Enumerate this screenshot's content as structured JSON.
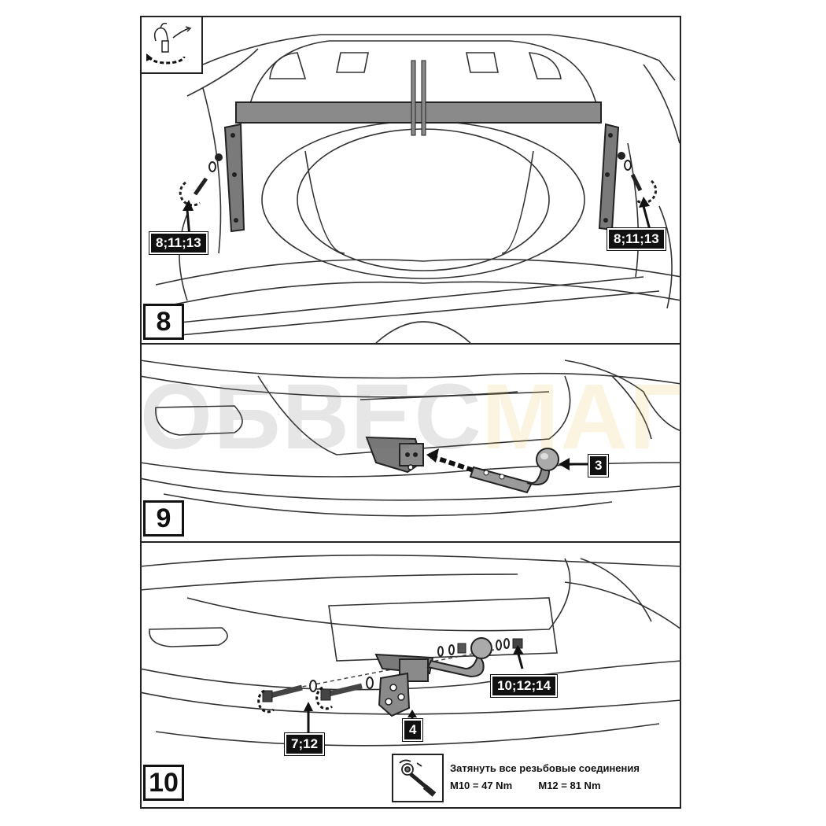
{
  "steps": {
    "step8": {
      "number": "8",
      "callout_left": "8;11;13",
      "callout_right": "8;11;13"
    },
    "step9": {
      "number": "9",
      "callout_part": "3"
    },
    "step10": {
      "number": "10",
      "callout_nut": "10;12;14",
      "callout_bolt": "7;12",
      "callout_plate": "4"
    }
  },
  "watermark": {
    "part1": "ОБВЕС",
    "part2": "МАГ"
  },
  "torque_note": {
    "line1": "Затянуть все резьбовые соединения",
    "m10": "M10 = 47 Nm",
    "m12": "M12 = 81 Nm"
  },
  "colors": {
    "line": "#222222",
    "part_fill": "#777777",
    "watermark_gray": "#6a6a6a",
    "watermark_gold": "#e8c24a"
  },
  "icons": [
    "hand-tighten-icon",
    "torque-wrench-icon",
    "rotate-arrow-icon"
  ]
}
